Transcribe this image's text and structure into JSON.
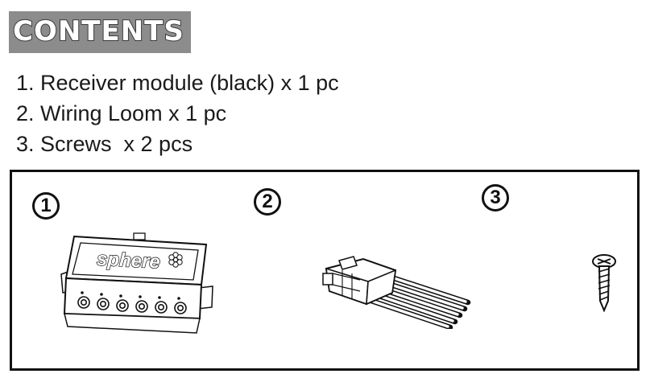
{
  "header": {
    "title": "CONTENTS"
  },
  "items": [
    {
      "label": "1. Receiver module (black) x 1 pc"
    },
    {
      "label": "2. Wiring Loom x 1 pc"
    },
    {
      "label": "3. Screws  x 2 pcs"
    }
  ],
  "panel": {
    "badges": [
      "1",
      "2",
      "3"
    ],
    "module_brand": "sphere",
    "icons": [
      "receiver-module-icon",
      "wiring-loom-icon",
      "screw-icon"
    ]
  }
}
